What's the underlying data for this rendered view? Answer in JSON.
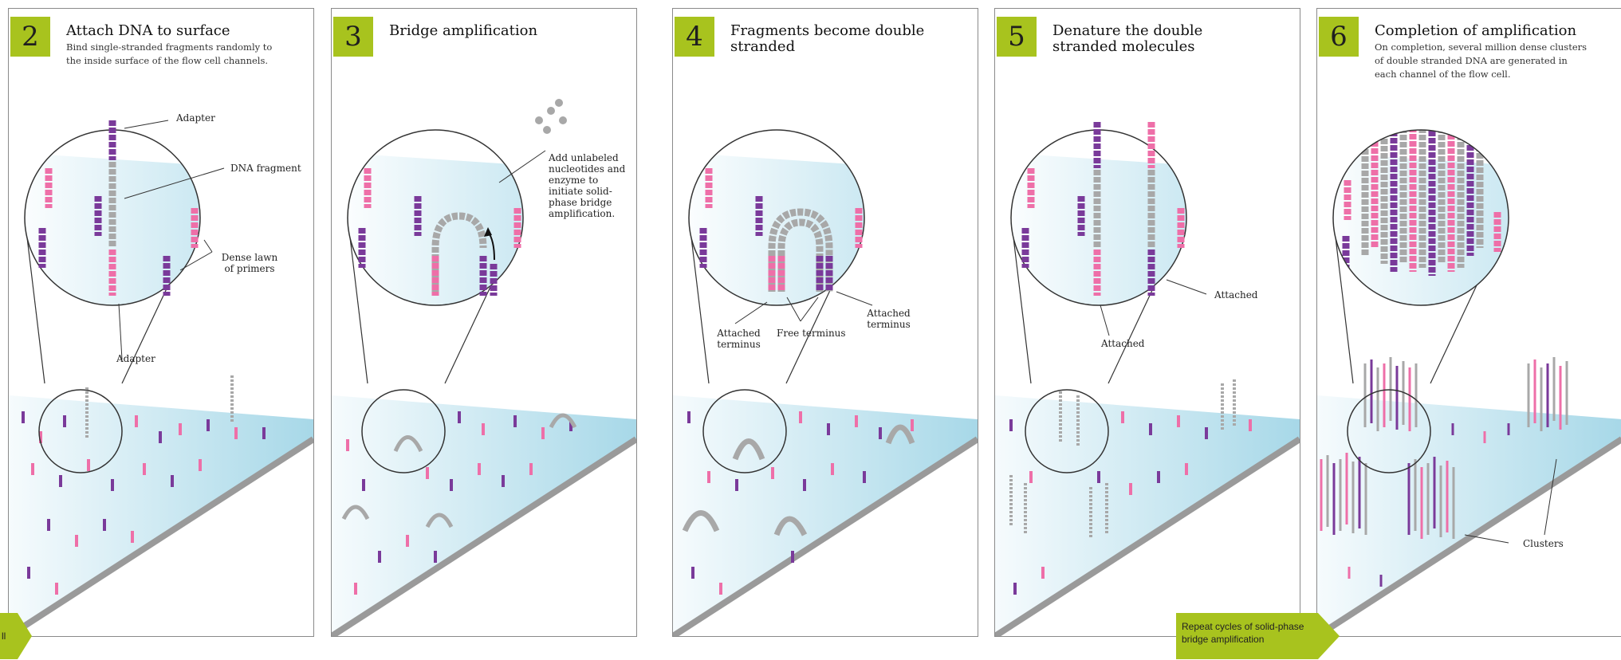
{
  "panels": [
    {
      "number": "2",
      "title": "Attach DNA to surface",
      "description": "Bind single-stranded fragments randomly to the inside surface of the flow cell channels.",
      "labels": {
        "adapter_top": "Adapter",
        "dna_fragment": "DNA fragment",
        "dense_lawn": "Dense lawn of primers",
        "adapter_bottom": "Adapter"
      }
    },
    {
      "number": "3",
      "title": "Bridge amplification",
      "description": "",
      "labels": {
        "nucleotides": "Add unlabeled nucleotides and enzyme to initiate solid-phase bridge amplification."
      }
    },
    {
      "number": "4",
      "title": "Fragments become double stranded",
      "description": "",
      "labels": {
        "attached_left": "Attached terminus",
        "free": "Free terminus",
        "attached_right": "Attached terminus"
      }
    },
    {
      "number": "5",
      "title": "Denature the double stranded molecules",
      "description": "",
      "labels": {
        "attached_right": "Attached",
        "attached_bottom": "Attached"
      }
    },
    {
      "number": "6",
      "title": "Completion of amplification",
      "description": "On completion, several million dense clusters of double stranded DNA are generated in each channel of the flow cell.",
      "labels": {
        "clusters": "Clusters"
      }
    }
  ],
  "repeat_banner": "Repeat cycles of solid-phase bridge amplification",
  "left_tab": "ll",
  "colors": {
    "badge": "#a8c31e",
    "pink": "#ee6fa8",
    "purple": "#7a3a9a",
    "grey": "#a8a8a8",
    "water": "#bfe3ef"
  }
}
